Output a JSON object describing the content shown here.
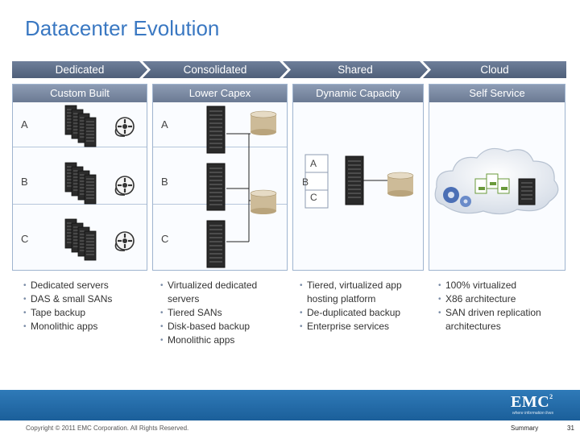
{
  "title": "Datacenter Evolution",
  "stages": [
    "Dedicated",
    "Consolidated",
    "Shared",
    "Cloud"
  ],
  "columns": [
    {
      "header": "Custom Built",
      "labels": [
        "A",
        "B",
        "C"
      ],
      "bullets": [
        "Dedicated servers",
        "DAS & small SANs",
        "Tape backup",
        "Monolithic apps"
      ]
    },
    {
      "header": "Lower Capex",
      "labels": [
        "A",
        "B",
        "C"
      ],
      "bullets": [
        "Virtualized dedicated servers",
        "Tiered SANs",
        "Disk-based backup",
        "Monolithic apps"
      ]
    },
    {
      "header": "Dynamic Capacity",
      "labels": [
        "A",
        "B",
        "C"
      ],
      "bullets": [
        "Tiered, virtualized app hosting platform",
        "De-duplicated backup",
        "Enterprise services"
      ]
    },
    {
      "header": "Self Service",
      "labels": [],
      "bullets": [
        "100% virtualized",
        "X86 architecture",
        "SAN driven replication architectures"
      ]
    }
  ],
  "footer": {
    "copyright": "Copyright © 2011 EMC Corporation. All Rights Reserved.",
    "logo": "EMC",
    "logo_sup": "2",
    "tagline": "where information lives",
    "summary": "Summary",
    "page": "31"
  },
  "colors": {
    "title": "#3a78c2",
    "chevron": "#5b6b86",
    "band": "#2a71ae"
  }
}
